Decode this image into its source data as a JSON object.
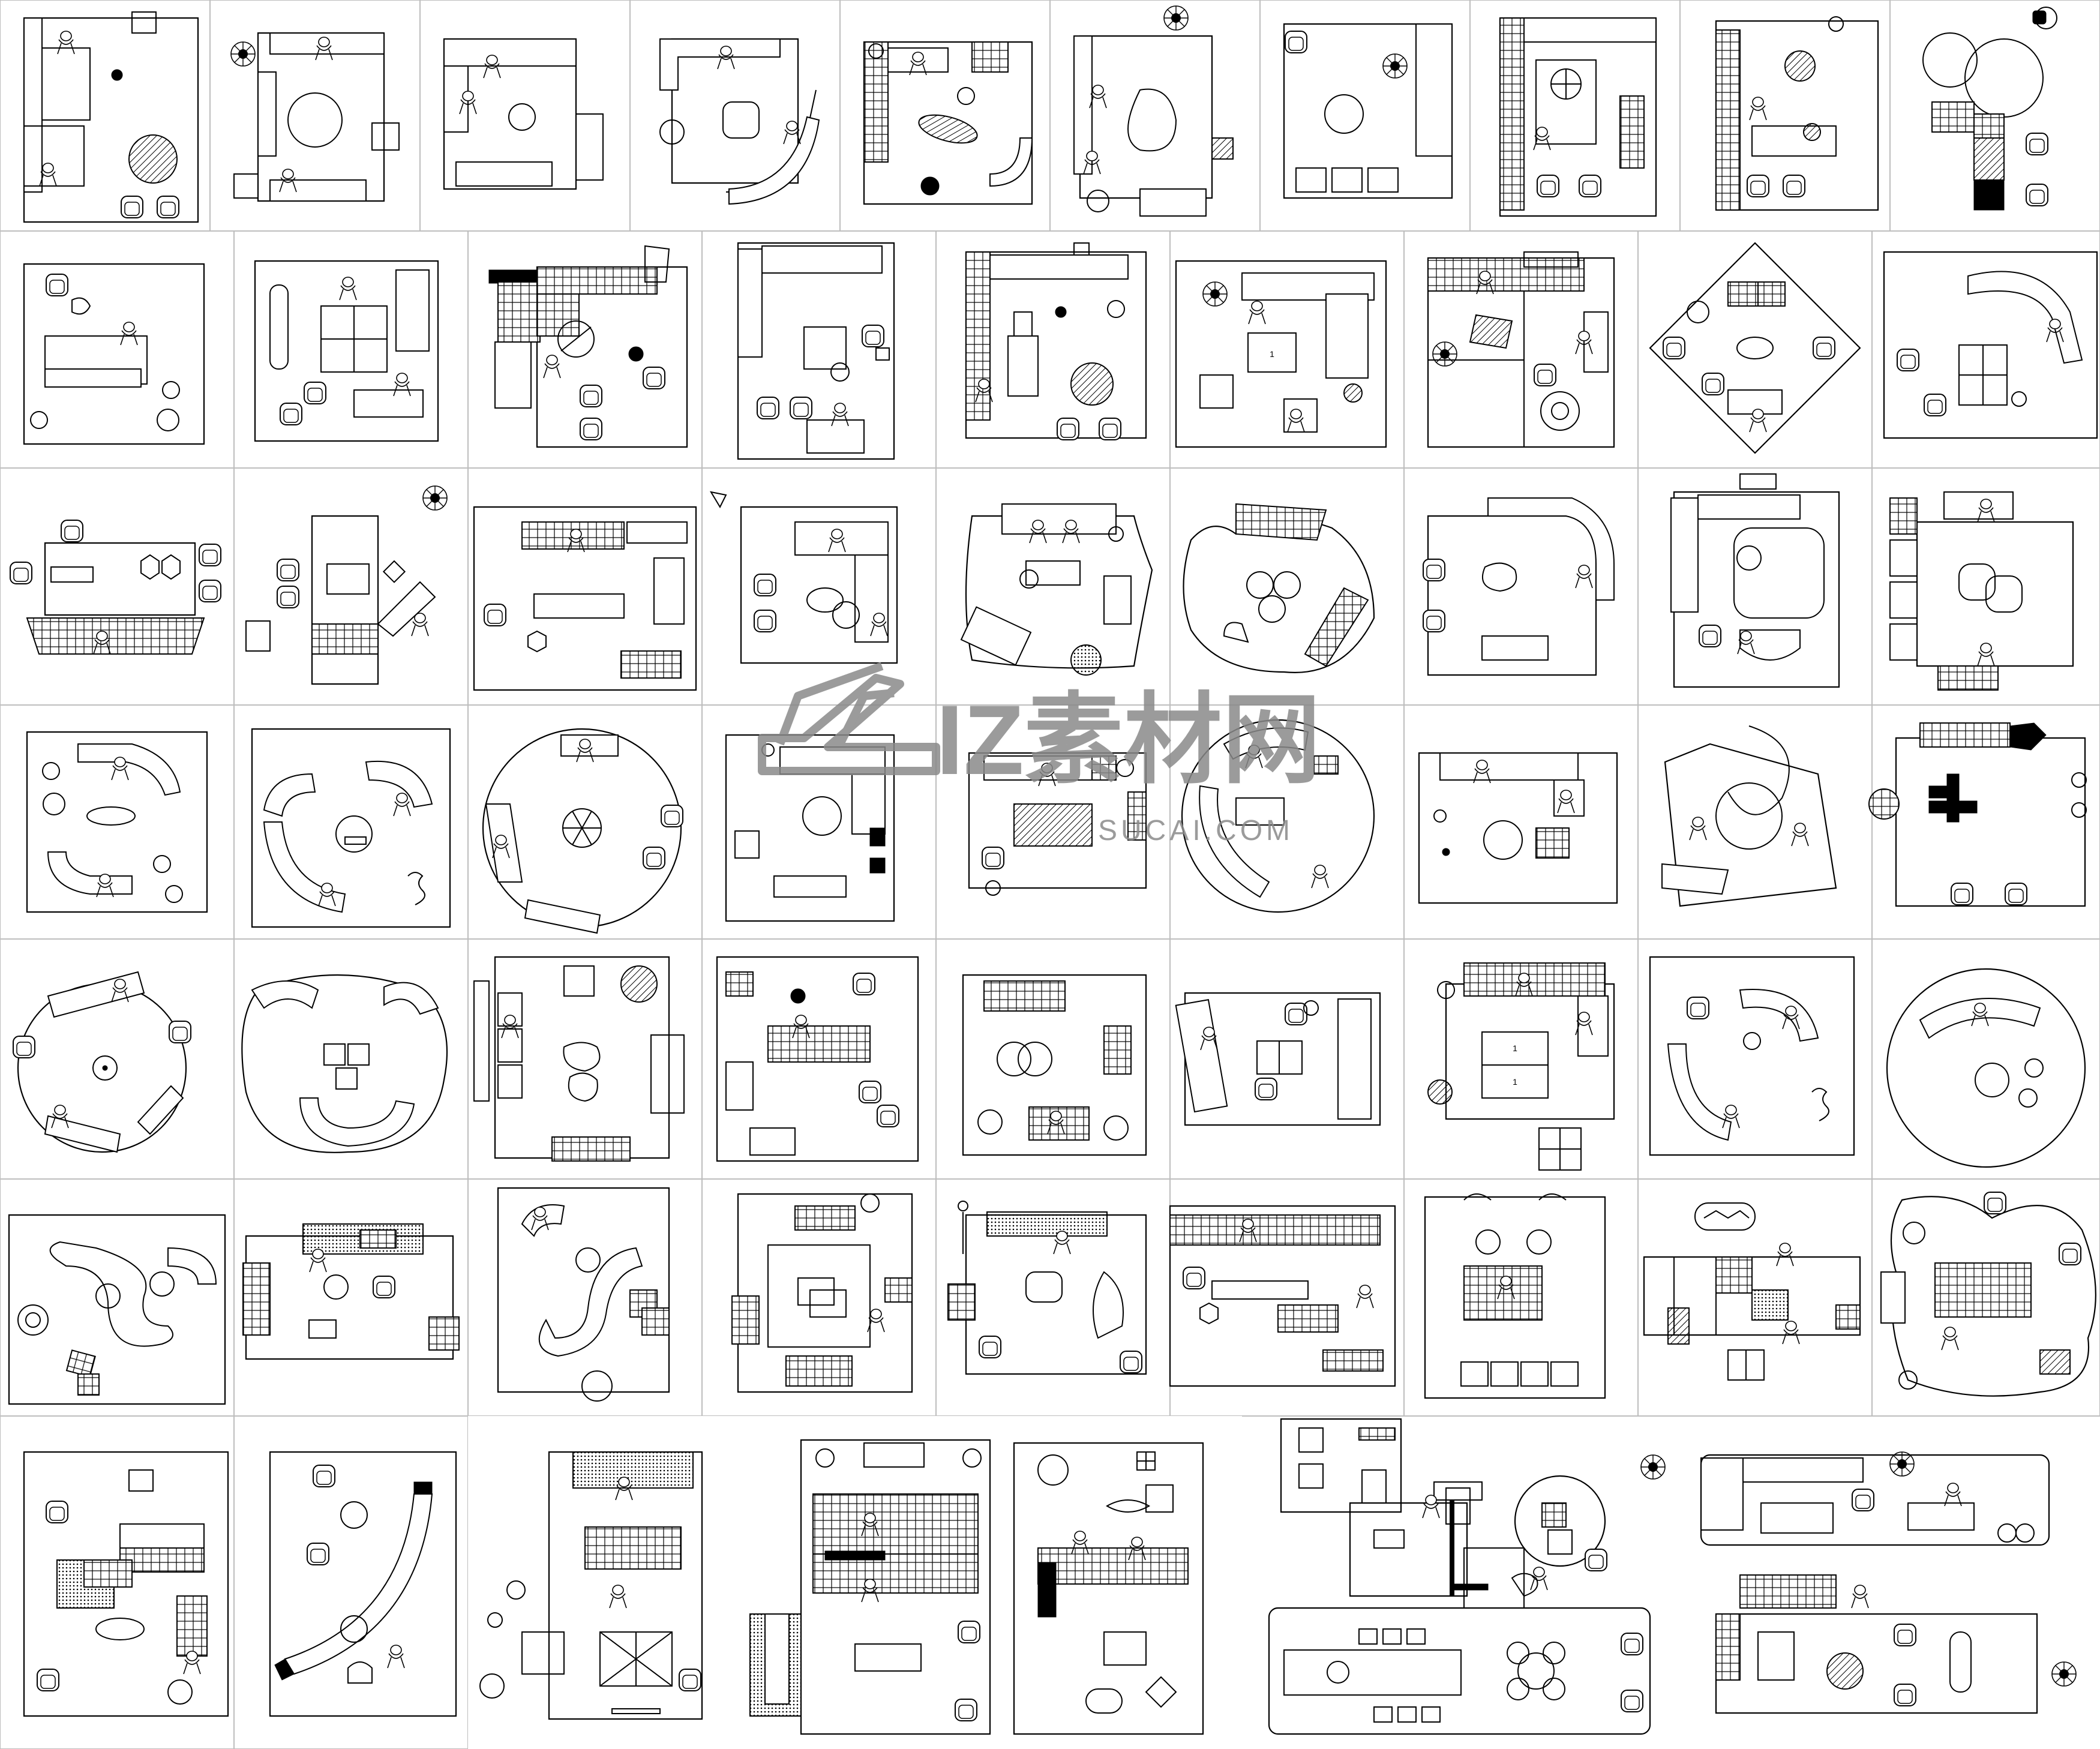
{
  "sheet": {
    "title": "",
    "rows": [
      {
        "id": "row-1",
        "cells": 10
      },
      {
        "id": "row-2",
        "cells": 9
      },
      {
        "id": "row-3",
        "cells": 9
      },
      {
        "id": "row-4",
        "cells": 9
      },
      {
        "id": "row-5",
        "cells": 9
      },
      {
        "id": "row-6",
        "cells": 9
      },
      {
        "id": "row-7",
        "cells": 7
      }
    ],
    "colors": {
      "line": "#000000",
      "cell_border": "#bdbdbd",
      "background": "#ffffff",
      "watermark": "#8a8a8a"
    }
  },
  "watermark": {
    "brand_text": "IZ素材网",
    "url_text": "SUCAI.COM",
    "logo": "stylized-chair-logo"
  },
  "labels": {
    "table_label_1": "1",
    "table_label_2": "1",
    "table_label_3": "1"
  },
  "icons": [
    "person-seated-icon",
    "plant-icon",
    "sofa-icon",
    "armchair-icon",
    "round-table-icon",
    "rug-icon"
  ]
}
